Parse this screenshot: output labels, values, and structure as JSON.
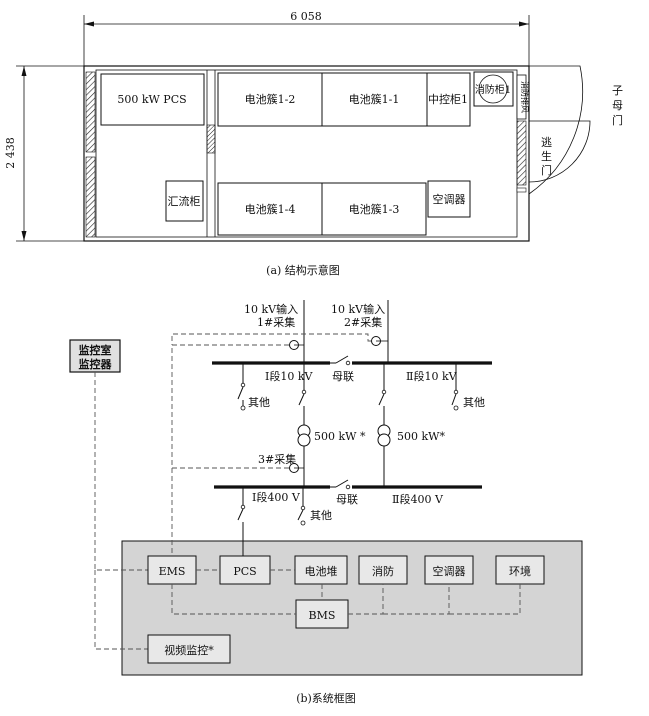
{
  "layout_diagram": {
    "dimension_width": "6 058",
    "dimension_height": "2 438",
    "pcs_label": "500 kW PCS",
    "battery_cluster_1_2": "电池簇1-2",
    "battery_cluster_1_1": "电池簇1-1",
    "battery_cluster_1_4": "电池簇1-4",
    "battery_cluster_1_3": "电池簇1-3",
    "central_control_cabinet": "中控柜1",
    "fire_cabinet": "消防柜1",
    "side_strip_text": "消防排风",
    "combiner_cabinet": "汇流柜",
    "air_conditioner": "空调器",
    "escape_door": [
      "逃",
      "生",
      "门"
    ],
    "main_door": [
      "子",
      "母",
      "门"
    ],
    "caption": "(a) 结构示意图"
  },
  "system_diagram": {
    "monitor_room": [
      "监控室",
      "监控器"
    ],
    "input_1": "10 kV输入",
    "input_2": "10 kV输入",
    "collect_1": "1#采集",
    "collect_2": "2#采集",
    "collect_3": "3#采集",
    "bus_section_1_10kv": "Ⅰ段10 kV",
    "bus_section_2_10kv": "Ⅱ段10 kV",
    "bus_tie_10kv": "母联",
    "other_1": "其他",
    "other_2": "其他",
    "transformer_1": "500 kW *",
    "transformer_2": "500 kW*",
    "bus_section_1_400v": "Ⅰ段400 V",
    "bus_section_2_400v": "Ⅱ段400 V",
    "bus_tie_400v": "母联",
    "other_3": "其他",
    "ems": "EMS",
    "pcs": "PCS",
    "battery_stack": "电池堆",
    "fire_protection": "消防",
    "air_conditioner": "空调器",
    "environment": "环境",
    "bms": "BMS",
    "video_monitor": "视频监控*",
    "caption": "(b)系统框图"
  }
}
